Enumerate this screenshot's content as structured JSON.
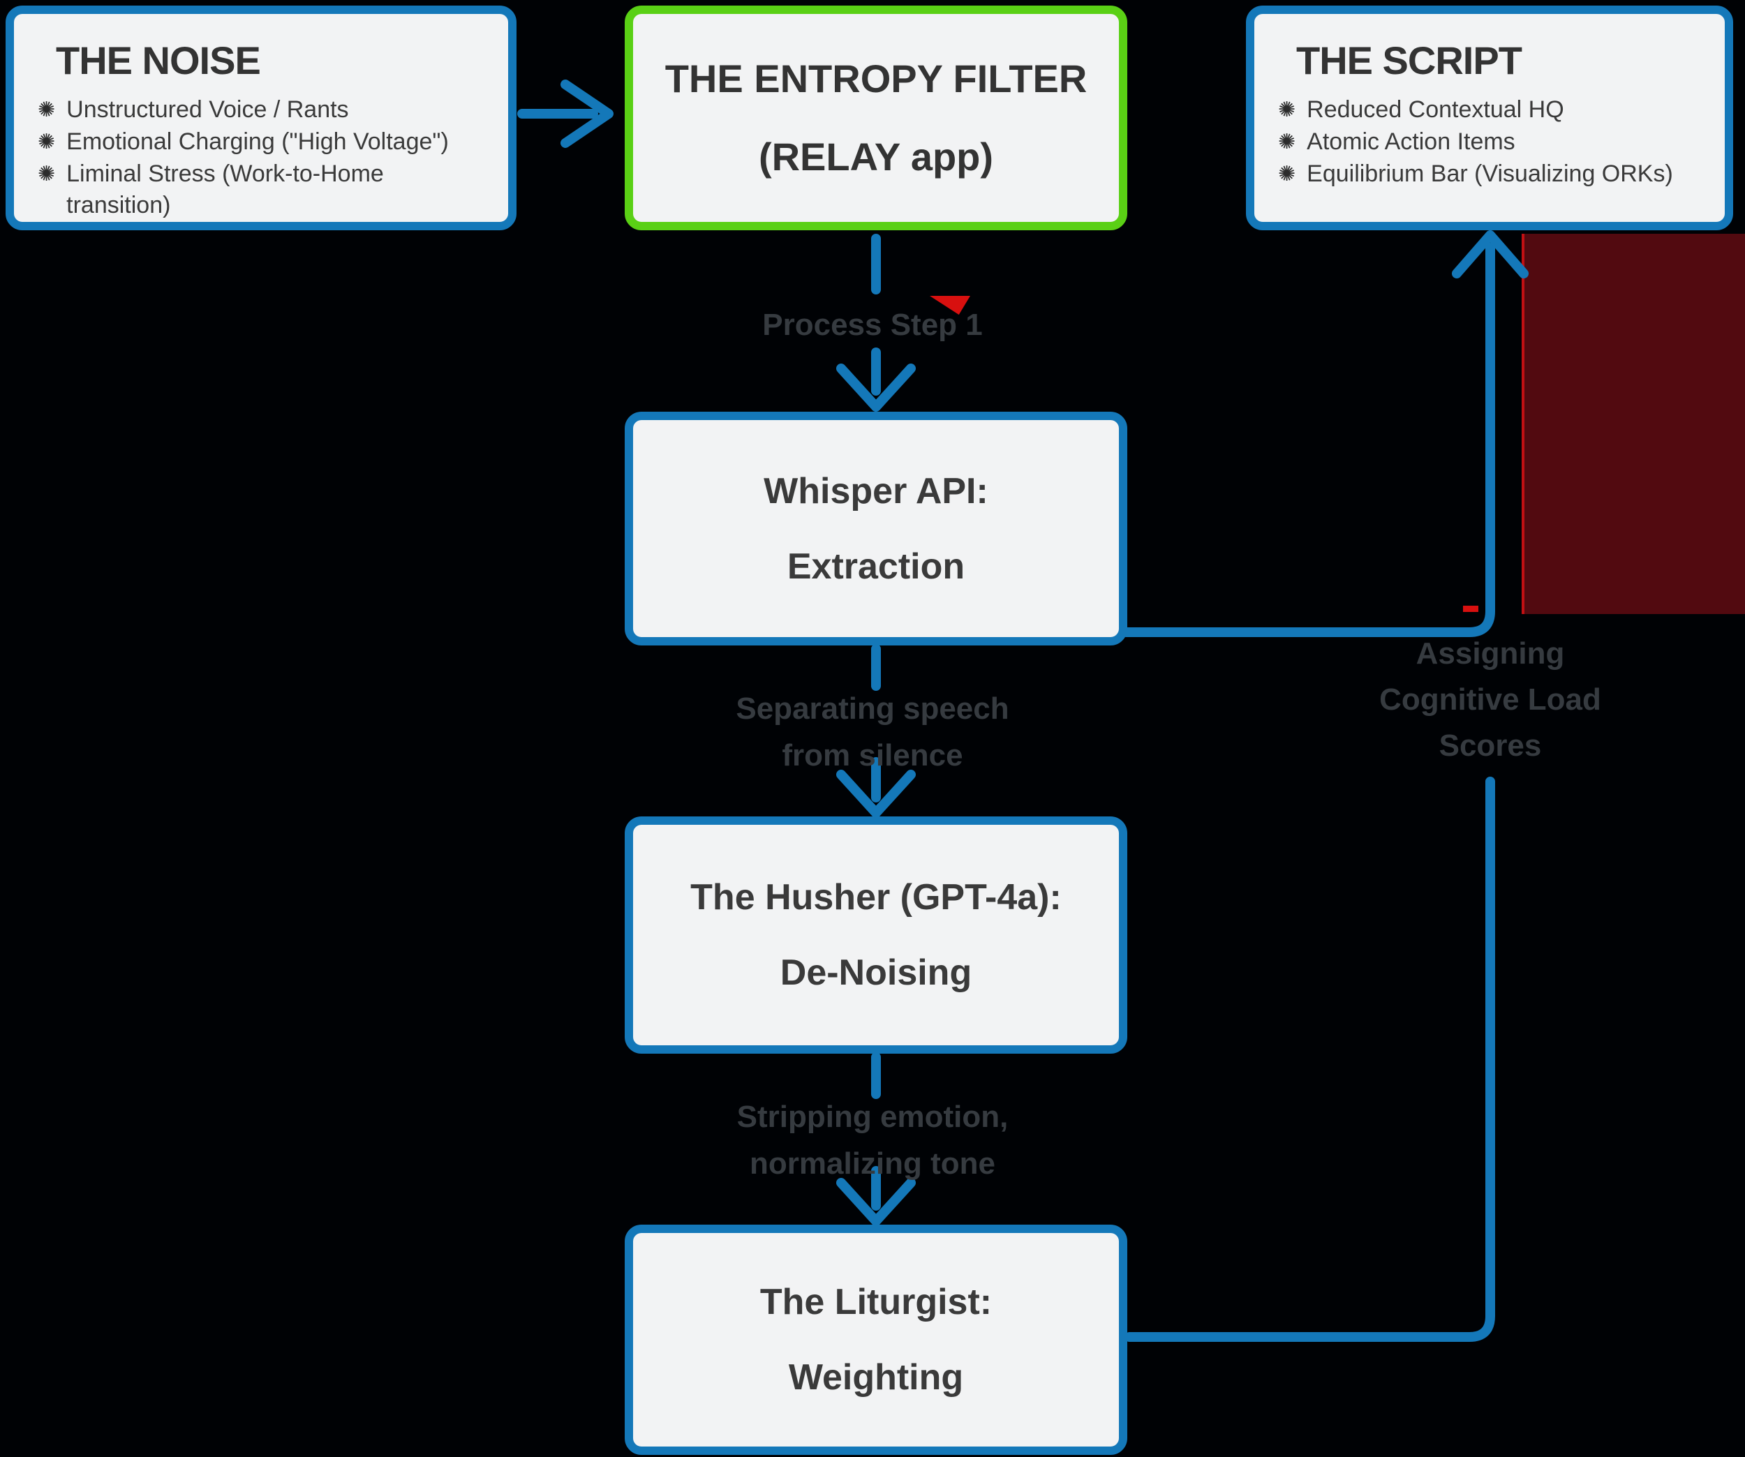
{
  "colors": {
    "background": "#000205",
    "blue": "#1478b9",
    "green": "#5ad015",
    "box_bg": "#f2f3f4",
    "title_text": "#333333",
    "body_text": "#3a3a3a",
    "label_text": "#363b40",
    "maroon": "#520a10",
    "red": "#d8100f"
  },
  "bullet_icon": "✺",
  "nodes": {
    "noise": {
      "title": "THE NOISE",
      "bullets": [
        "Unstructured Voice / Rants",
        "Emotional Charging (\"High Voltage\")",
        "Liminal Stress (Work-to-Home transition)"
      ]
    },
    "entropy": {
      "lines": [
        "THE ENTROPY FILTER",
        "(RELAY app)"
      ]
    },
    "script": {
      "title": "THE SCRIPT",
      "bullets": [
        "Reduced Contextual HQ",
        "Atomic Action Items",
        "Equilibrium Bar (Visualizing ORKs)"
      ]
    },
    "whisper": {
      "lines": [
        "Whisper API:",
        "Extraction"
      ]
    },
    "husher": {
      "lines": [
        "The Husher (GPT-4a):",
        "De-Noising"
      ]
    },
    "liturgist": {
      "lines": [
        "The Liturgist:",
        "Weighting"
      ]
    }
  },
  "edge_labels": {
    "process_step": "Process Step 1",
    "whisper_out": [
      "Separating speech",
      "from silence"
    ],
    "husher_out": [
      "Stripping emotion,",
      "normalizing tone"
    ],
    "liturgist_out": [
      "Assigning",
      "Cognitive Load",
      "Scores"
    ]
  }
}
